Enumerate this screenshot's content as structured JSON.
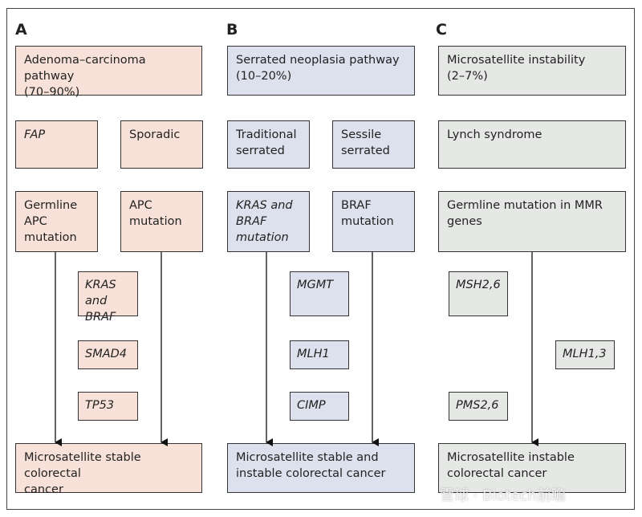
{
  "panels": {
    "a": {
      "label": "A",
      "header": "Adenoma–carcinoma pathway\n(70–90%)",
      "fap": "FAP",
      "sporadic": "Sporadic",
      "germline": "Germline\nAPC\nmutation",
      "apc": "APC\nmutation",
      "kras": "KRAS and\nBRAF",
      "smad4": "SMAD4",
      "tp53": "TP53",
      "outcome": "Microsatellite stable colorectal\ncancer"
    },
    "b": {
      "label": "B",
      "header": "Serrated neoplasia pathway\n(10–20%)",
      "traditional": "Traditional\nserrated",
      "sessile": "Sessile\nserrated",
      "kras": "KRAS and\nBRAF\nmutation",
      "braf": "BRAF\nmutation",
      "mgmt": "MGMT",
      "mlh1": "MLH1",
      "cimp": "CIMP",
      "outcome": "Microsatellite stable and\ninstable colorectal cancer"
    },
    "c": {
      "label": "C",
      "header": "Microsatellite instability\n(2–7%)",
      "lynch": "Lynch syndrome",
      "germline": "Germline mutation in MMR\ngenes",
      "msh": "MSH2,6",
      "mlh": "MLH1,3",
      "pms": "PMS2,6",
      "outcome": "Microsatellite instable\ncolorectal cancer"
    }
  },
  "colors": {
    "panel_a": "#f8e1d8",
    "panel_b": "#dde1ee",
    "panel_c": "#e6e8e6"
  },
  "watermark": "雪球 · Biotech前瞻"
}
